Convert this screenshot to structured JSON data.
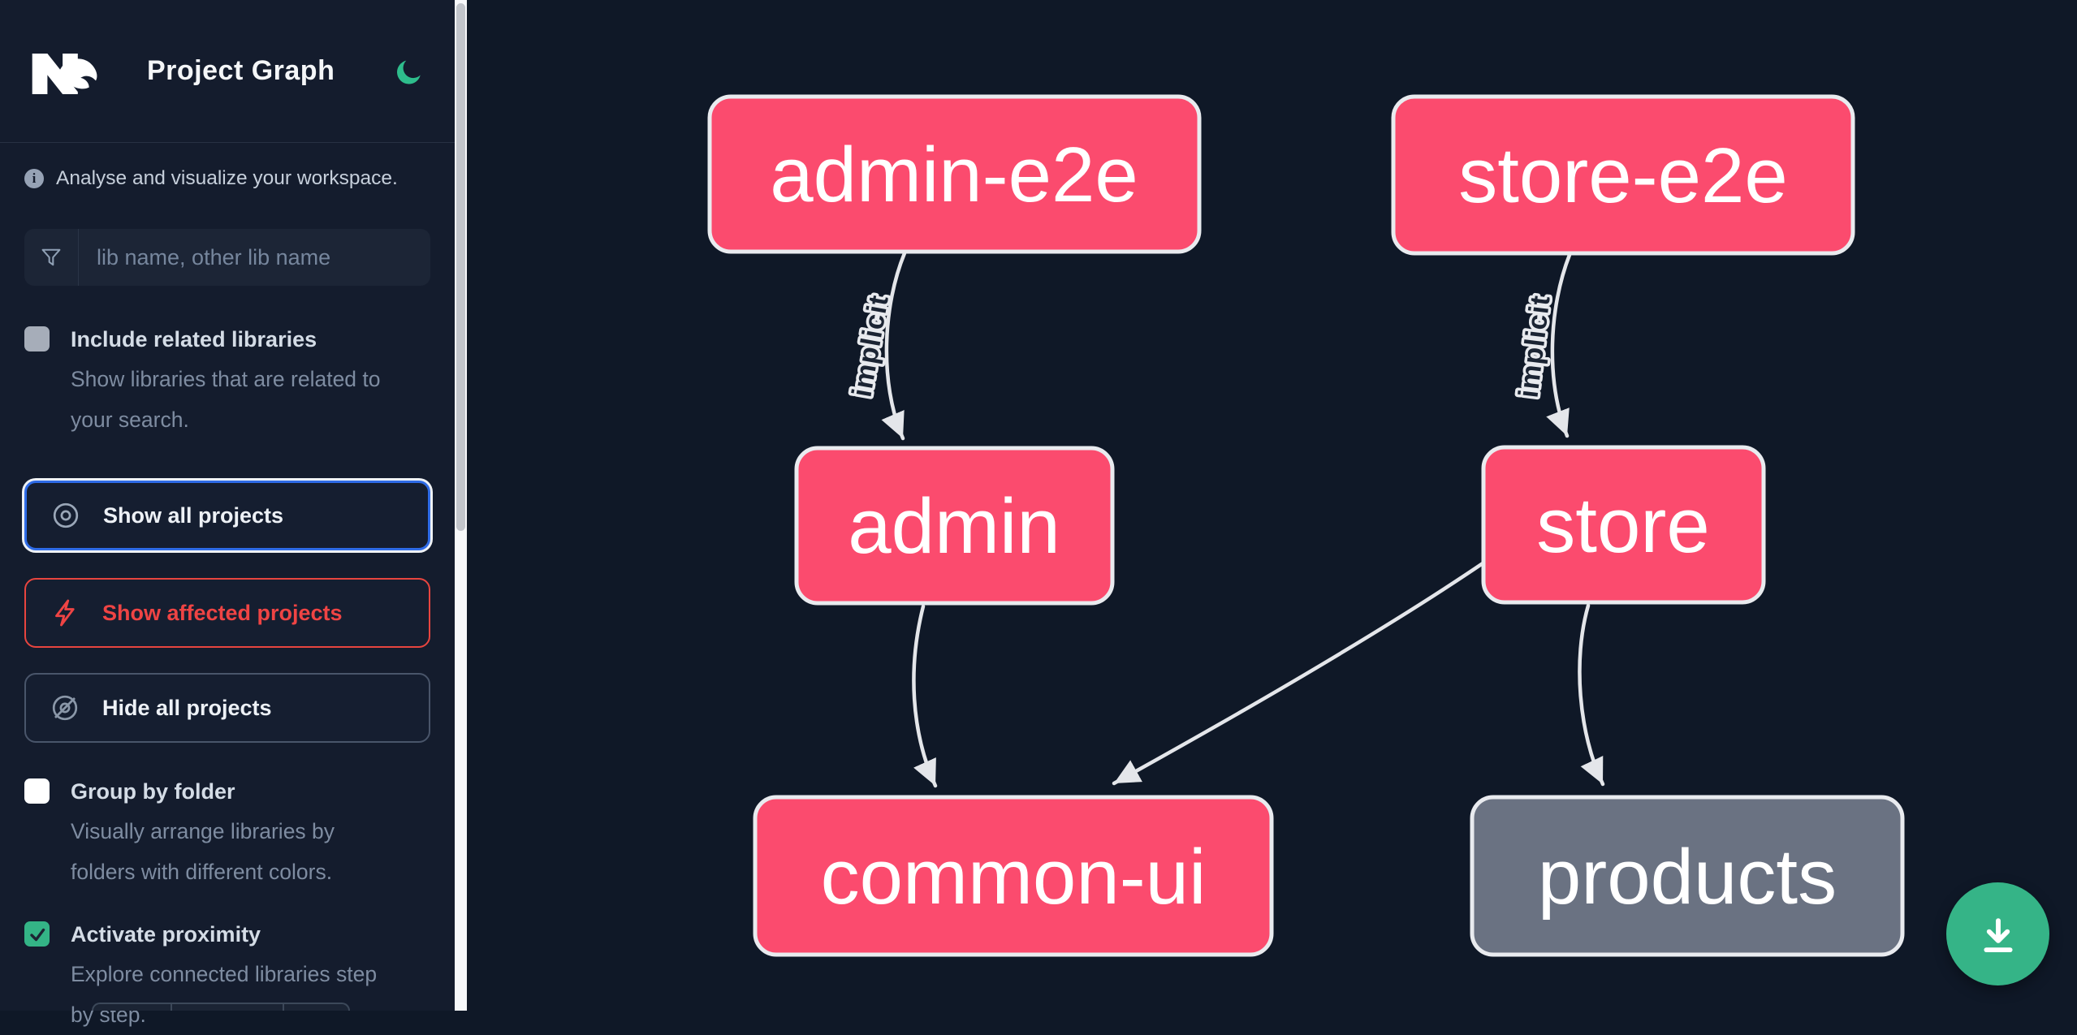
{
  "app": {
    "title": "Project Graph"
  },
  "sidebar": {
    "logo": "nx-logo",
    "theme_toggle_icon": "moon-icon",
    "theme_color": "#2ebd8c",
    "info_text": "Analyse and visualize your workspace.",
    "search": {
      "icon": "funnel-icon",
      "placeholder": "lib name, other lib name",
      "value": ""
    },
    "include_related": {
      "label": "Include related libraries",
      "description": "Show libraries that are related to your search.",
      "checked": false
    },
    "actions": {
      "show_all": {
        "label": "Show all projects",
        "icon": "eye-icon",
        "focused": true
      },
      "show_affected": {
        "label": "Show affected projects",
        "icon": "lightning-icon",
        "accent": "#ef4444"
      },
      "hide_all": {
        "label": "Hide all projects",
        "icon": "eye-off-icon"
      }
    },
    "group_by_folder": {
      "label": "Group by folder",
      "description": "Visually arrange libraries by folders with different colors.",
      "checked": false
    },
    "activate_proximity": {
      "label": "Activate proximity",
      "description": "Explore connected libraries step by step.",
      "checked": true,
      "checkbox_color": "#34b486"
    }
  },
  "graph": {
    "nodes": [
      {
        "label": "admin-e2e",
        "status": "affected"
      },
      {
        "label": "store-e2e",
        "status": "affected"
      },
      {
        "label": "admin",
        "status": "affected"
      },
      {
        "label": "store",
        "status": "affected"
      },
      {
        "label": "common-ui",
        "status": "affected"
      },
      {
        "label": "products",
        "status": "unaffected"
      }
    ],
    "edges": [
      {
        "from": "admin-e2e",
        "to": "admin",
        "label": "implicit"
      },
      {
        "from": "store-e2e",
        "to": "store",
        "label": "implicit"
      },
      {
        "from": "admin",
        "to": "common-ui",
        "label": ""
      },
      {
        "from": "store",
        "to": "common-ui",
        "label": ""
      },
      {
        "from": "store",
        "to": "products",
        "label": ""
      }
    ],
    "colors": {
      "affected_node": "#fb4b6e",
      "unaffected_node": "#6a7282",
      "node_border": "#e9ebef",
      "edge": "#e4e6ea",
      "focus_ring_blue": "#2e6be6",
      "affected_accent": "#ef4444",
      "fab_green": "#35b487"
    }
  },
  "fab": {
    "icon": "download-icon"
  }
}
